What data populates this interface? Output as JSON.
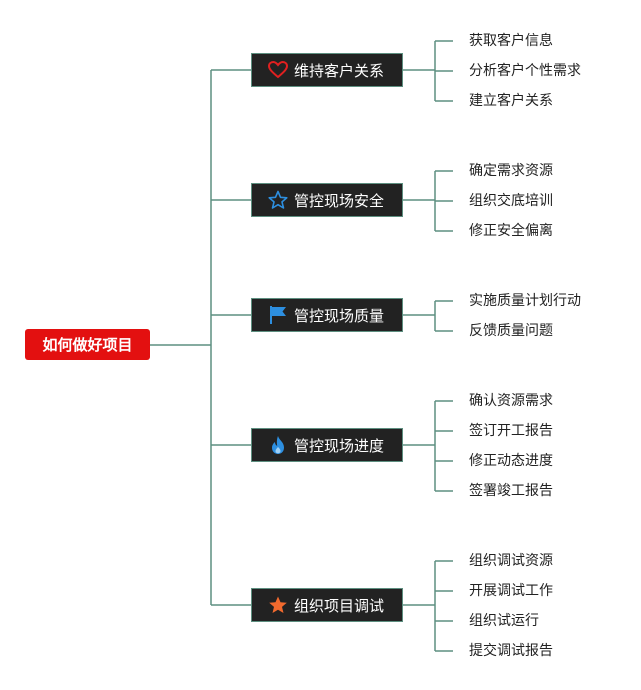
{
  "root": {
    "label": "如何做好项目"
  },
  "branches": [
    {
      "label": "维持客户关系",
      "icon": "heart-icon",
      "icon_color": "#e02020",
      "children": [
        "获取客户信息",
        "分析客户个性需求",
        "建立客户关系"
      ]
    },
    {
      "label": "管控现场安全",
      "icon": "star-outline-icon",
      "icon_color": "#2d8fe0",
      "children": [
        "确定需求资源",
        "组织交底培训",
        "修正安全偏离"
      ]
    },
    {
      "label": "管控现场质量",
      "icon": "flag-icon",
      "icon_color": "#2d8fe0",
      "children": [
        "实施质量计划行动",
        "反馈质量问题"
      ]
    },
    {
      "label": "管控现场进度",
      "icon": "flame-icon",
      "icon_color": "#2d8fe0",
      "children": [
        "确认资源需求",
        "签订开工报告",
        "修正动态进度",
        "签署竣工报告"
      ]
    },
    {
      "label": "组织项目调试",
      "icon": "star-filled-icon",
      "icon_color": "#f26a2e",
      "children": [
        "组织调试资源",
        "开展调试工作",
        "组织试运行",
        "提交调试报告"
      ]
    }
  ],
  "colors": {
    "connector": "#5d8f80",
    "root_fill": "#e31010",
    "branch_fill": "#222222"
  }
}
